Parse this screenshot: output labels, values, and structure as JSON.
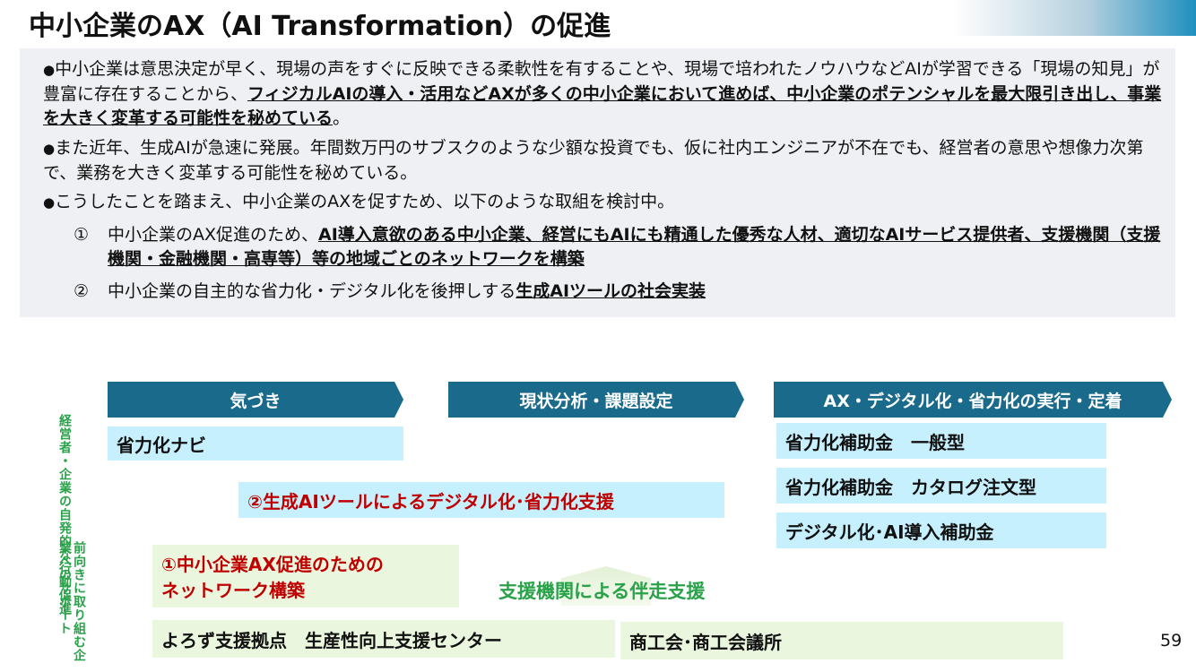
{
  "title": "中小企業のAX（AI Transformation）の促進",
  "summary": {
    "p1_bullet": "●",
    "p1_text": "中小企業は意思決定が早く、現場の声をすぐに反映できる柔軟性を有することや、現場で培われたノウハウなどAIが学習できる「現場の知見」が豊富に存在することから、",
    "p1_emphasis": "フィジカルAIの導入・活用などAXが多くの中小企業において進めば、中小企業のポテンシャルを最大限引き出し、事業を大きく変革する可能性を秘めている",
    "p1_end": "。",
    "p2_bullet": "●",
    "p2_text": "また近年、生成AIが急速に発展。年間数万円のサブスクのような少額な投資でも、仮に社内エンジニアが不在でも、経営者の意思や想像力次第で、業務を大きく変革する可能性を秘めている。",
    "p3_bullet": "●",
    "p3_text": "こうしたことを踏まえ、中小企業のAXを促すため、以下のような取組を検討中。",
    "item1_num": "①",
    "item1_text": "中小企業のAX促進のため、",
    "item1_emphasis": "AI導入意欲のある中小企業、経営にもAIにも精通した優秀な人材、適切なAIサービス提供者、支援機関（支援機関・金融機関・高専等）等の地域ごとのネットワークを構築",
    "item2_num": "②",
    "item2_text": "中小企業の自主的な省力化・デジタル化を後押しする",
    "item2_emphasis": "生成AIツールの社会実装"
  },
  "diagram": {
    "stage1": "気づき",
    "stage2": "現状分析・課題設定",
    "stage3": "AX・デジタル化・省力化の実行・定着",
    "navi": "省力化ナビ",
    "subsidy_general": "省力化補助金　一般型",
    "subsidy_catalog": "省力化補助金　カタログ注文型",
    "subsidy_digital": "デジタル化･AI導入補助金",
    "genai_support": "②生成AIツールによるデジタル化･省力化支援",
    "network_line1": "①中小企業AX促進のための",
    "network_line2": "ネットワーク構築",
    "support_label": "支援機関による伴走支援",
    "yorozu": "よろず支援拠点　生産性向上支援センター",
    "chamber": "商工会･商工会議所",
    "vtext1": "経営者・企業の自発的な行動促進",
    "vtext2": "前向きに取り組む企業へのサポート"
  },
  "page_number": "59",
  "colors": {
    "header_arrow": "#1a6a8c",
    "light_blue_box": "#c6f0fd",
    "light_green_box": "#eaf7de",
    "red_text": "#c00000",
    "green_text": "#2aa24a"
  }
}
